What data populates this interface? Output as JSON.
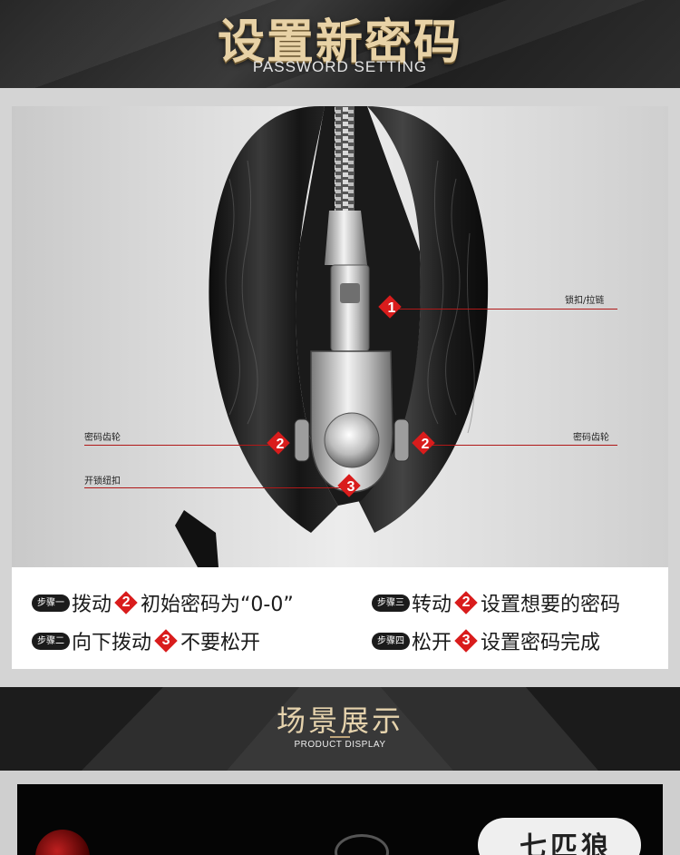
{
  "header": {
    "title": "设置新密码",
    "subtitle": "PASSWORD SETTING"
  },
  "labels": {
    "zipper": "锁扣/拉链",
    "wheel_left": "密码齿轮",
    "wheel_right": "密码齿轮",
    "button": "开锁纽扣"
  },
  "markers": [
    "1",
    "2",
    "2",
    "3"
  ],
  "steps": [
    {
      "badge": "步骤一",
      "action": "拨动",
      "num": "2",
      "text": "初始密码为“0-0”"
    },
    {
      "badge": "步骤三",
      "action": "转动",
      "num": "2",
      "text": "设置想要的密码"
    },
    {
      "badge": "步骤二",
      "action": "向下拨动",
      "num": "3",
      "text": "不要松开"
    },
    {
      "badge": "步骤四",
      "action": "松开",
      "num": "3",
      "text": "设置密码完成"
    }
  ],
  "scene": {
    "title": "场景展示",
    "subtitle": "PRODUCT DISPLAY"
  },
  "bottom": {
    "brand": "七匹狼"
  },
  "colors": {
    "accent_gold": "#e8d2a6",
    "marker_red": "#d91c1c",
    "line_red": "#b01818"
  }
}
